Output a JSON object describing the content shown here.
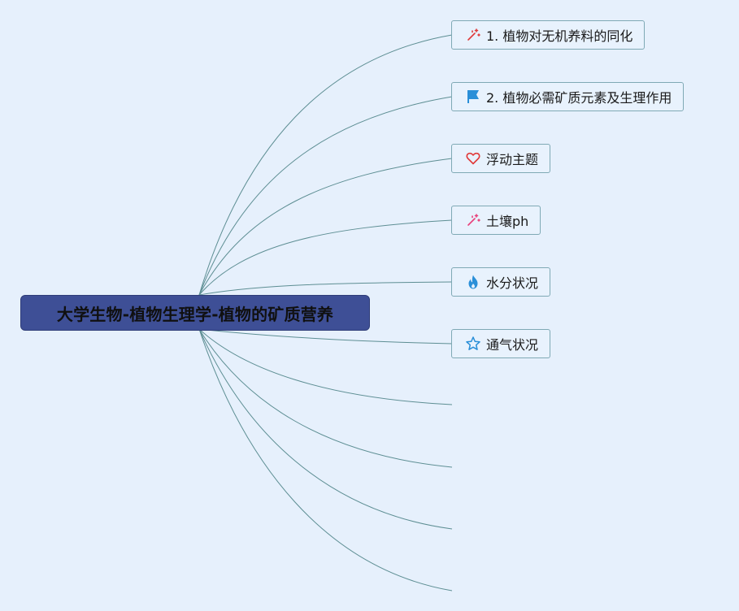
{
  "root": {
    "title": "大学生物-植物生理学-植物的矿质营养"
  },
  "branches": [
    {
      "label": "1. 植物对无机养料的同化",
      "icon": "magic-wand-icon",
      "icon_color": "#e03a3a"
    },
    {
      "label": "2. 植物必需矿质元素及生理作用",
      "icon": "flag-icon",
      "icon_color": "#2a8fd8"
    },
    {
      "label": "浮动主题",
      "icon": "heart-icon",
      "icon_color": "#e03a3a"
    },
    {
      "label": "土壤ph",
      "icon": "magic-wand-icon",
      "icon_color": "#e8407a"
    },
    {
      "label": "水分状况",
      "icon": "fire-icon",
      "icon_color": "#2a8fd8"
    },
    {
      "label": "通气状况",
      "icon": "star-icon",
      "icon_color": "#2a8fd8"
    }
  ],
  "colors": {
    "background": "#e6f0fc",
    "root_fill": "#3e4f96",
    "connector": "#5d8e93",
    "node_border": "#7fa9b5"
  }
}
